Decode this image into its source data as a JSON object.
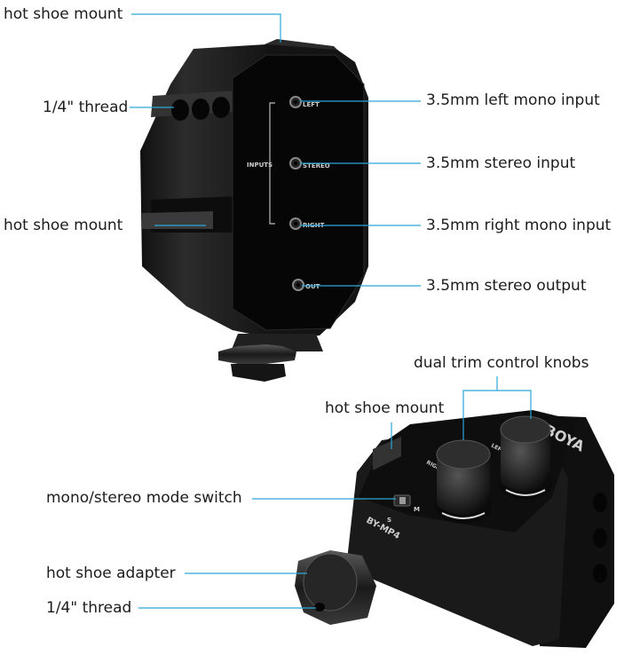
{
  "callouts": {
    "hot_shoe_top": "hot shoe mount",
    "thread_top": "1/4\" thread",
    "hot_shoe_left": "hot shoe mount",
    "left_mono_input": "3.5mm left mono input",
    "stereo_input": "3.5mm stereo input",
    "right_mono_input": "3.5mm right mono input",
    "stereo_output": "3.5mm stereo output",
    "trim_knobs": "dual trim control knobs",
    "hot_shoe_bottom": "hot shoe mount",
    "mode_switch": "mono/stereo mode switch",
    "hot_shoe_adapter": "hot shoe adapter",
    "thread_bottom": "1/4\" thread"
  },
  "device_print": {
    "jack_left": "LEFT",
    "jack_stereo": "STEREO",
    "jack_right": "RIGHT",
    "jack_out": "OUT",
    "inputs_group": "INPUTS",
    "brand": "BOYA",
    "model": "BY-MP4",
    "knob_left": "RIGHT",
    "knob_right": "LEFT",
    "switch_m": "M",
    "switch_s": "S"
  },
  "colors": {
    "leader_line": "#2aa7d6",
    "device_body": "#1e1e1e",
    "panel": "#060606"
  }
}
